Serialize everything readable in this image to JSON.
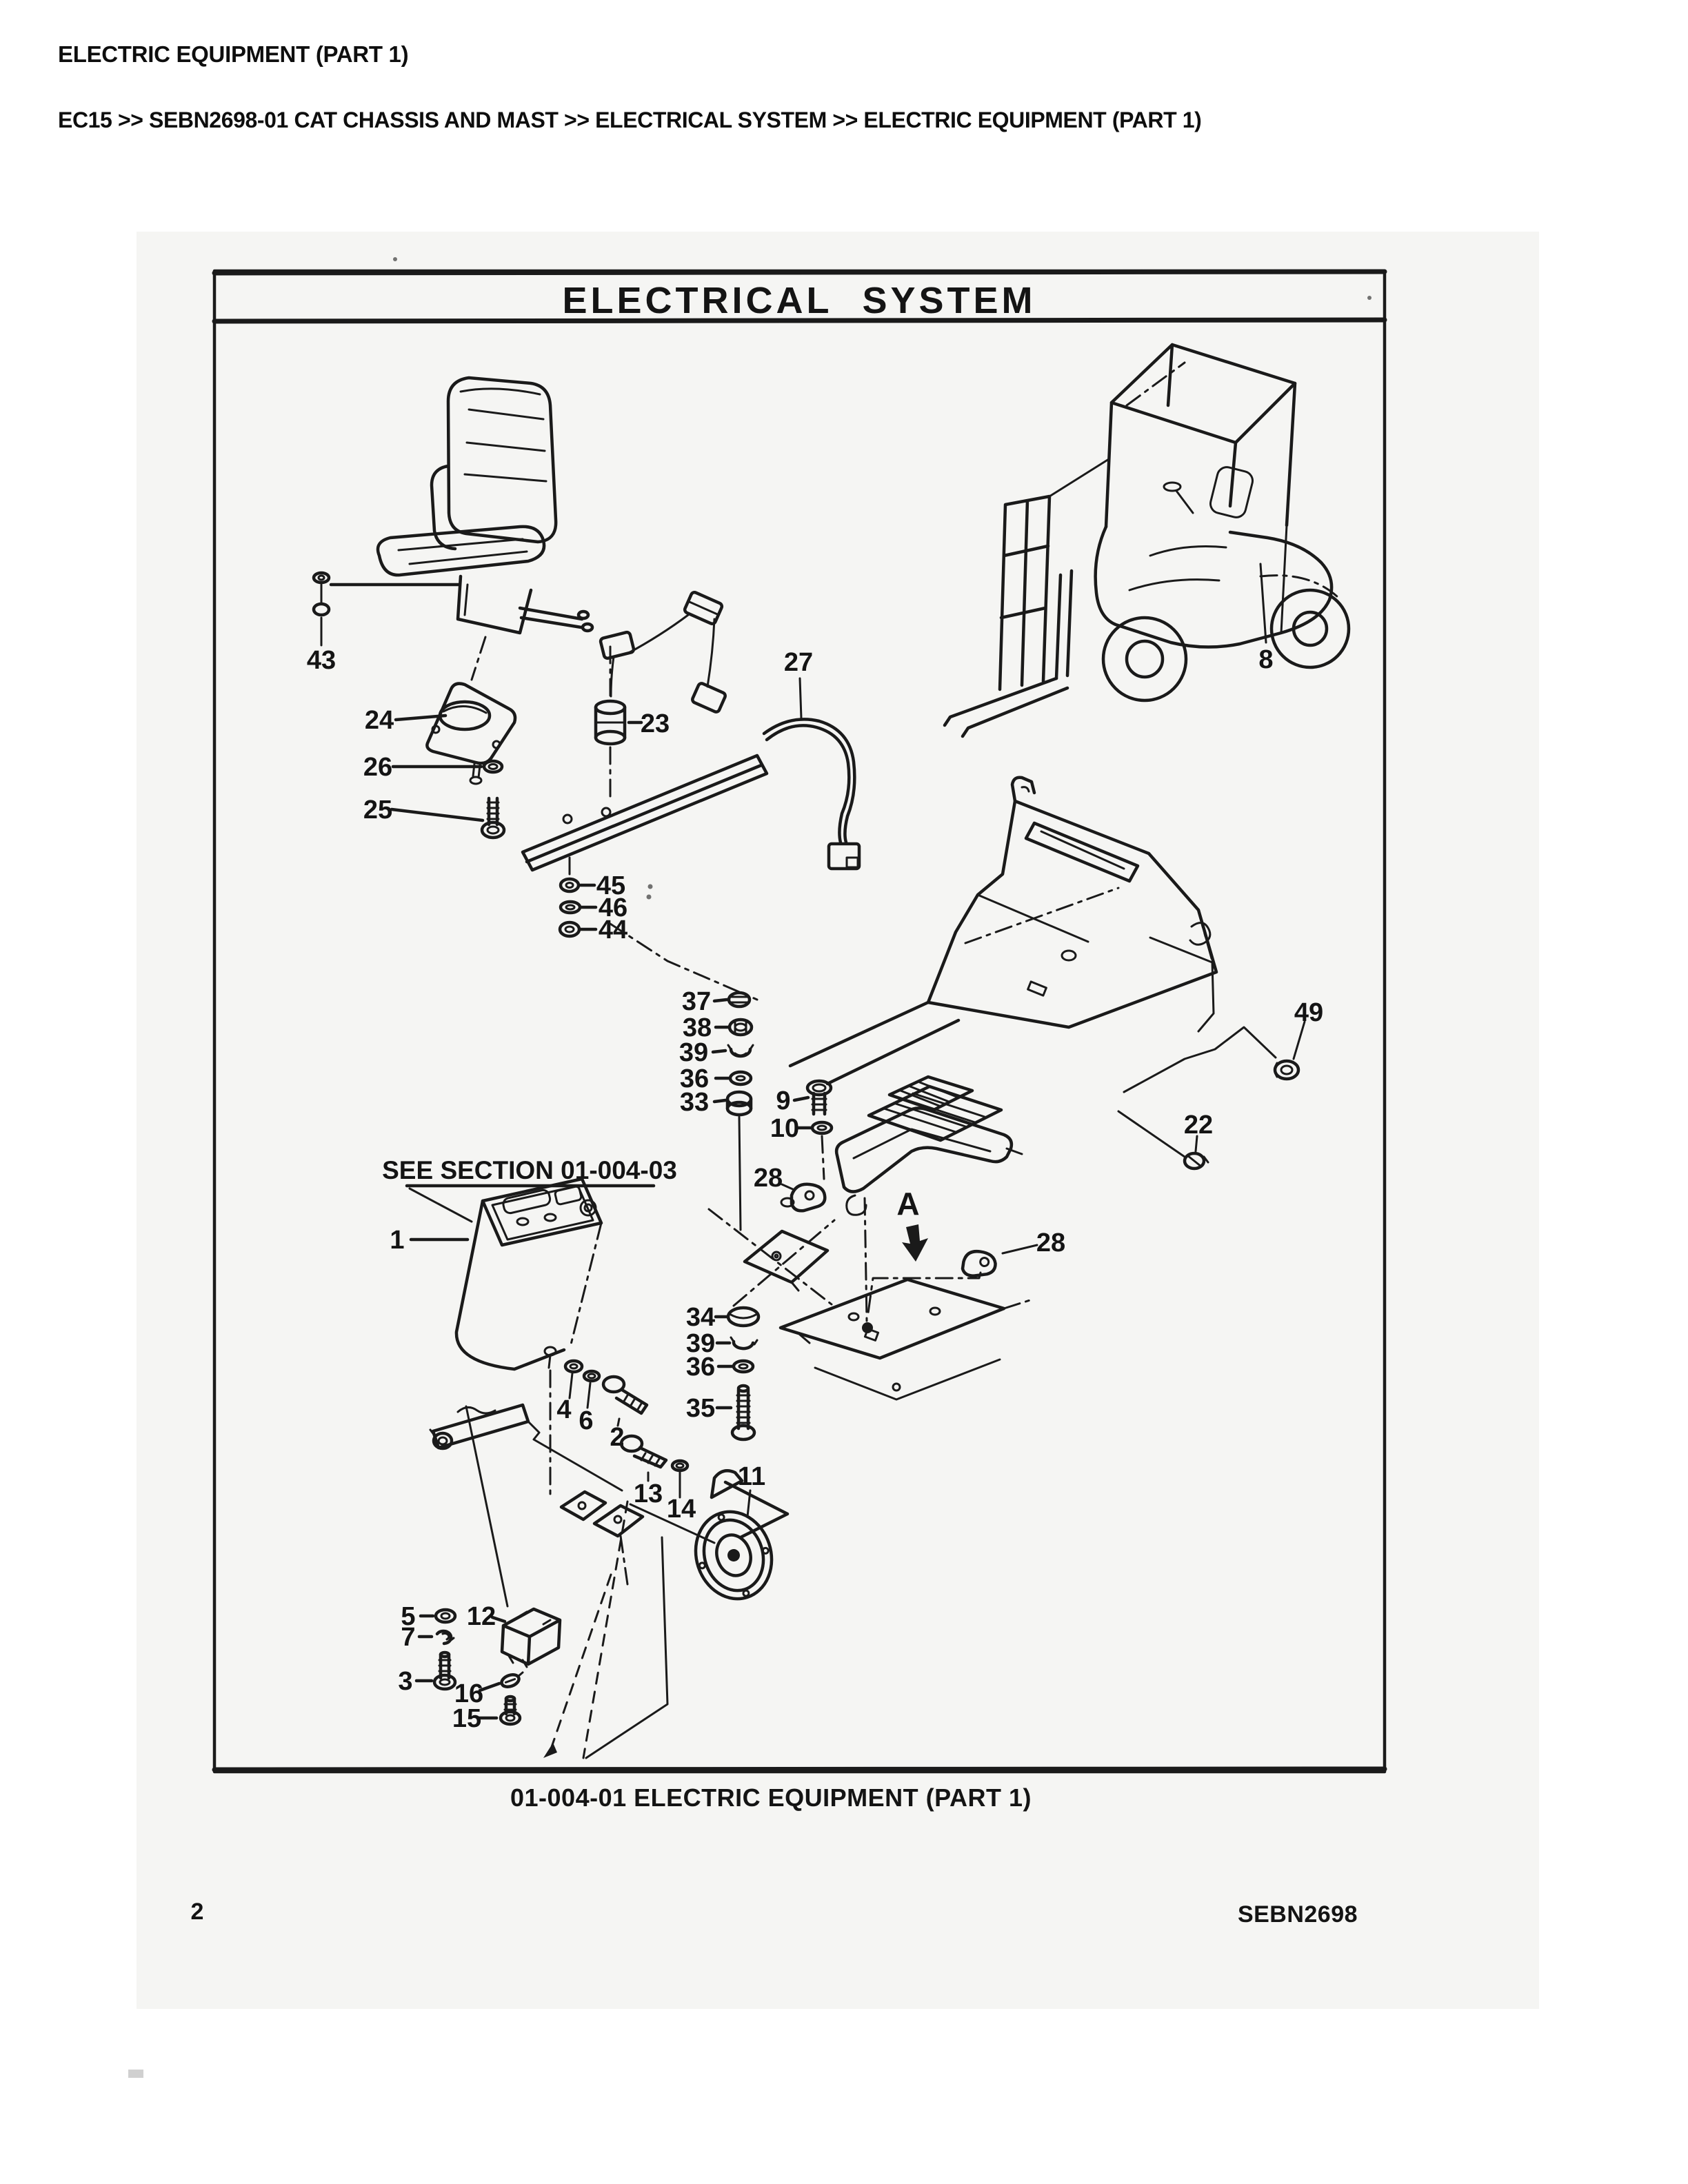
{
  "page": {
    "header_title": "ELECTRIC EQUIPMENT (PART 1)",
    "breadcrumb": "EC15 >> SEBN2698-01 CAT CHASSIS AND MAST >> ELECTRICAL SYSTEM >> ELECTRIC EQUIPMENT (PART 1)",
    "page_number": "2",
    "doc_code": "SEBN2698",
    "colors": {
      "ink": "#1a1a1a",
      "scan_background": "#f5f5f3"
    }
  },
  "diagram": {
    "title": "ELECTRICAL SYSTEM",
    "caption": "01-004-01 ELECTRIC EQUIPMENT (PART 1)",
    "see_section": "SEE SECTION 01-004-03",
    "view_marker": "A",
    "labels": {
      "1": "1",
      "2": "2",
      "3": "3",
      "4": "4",
      "5": "5",
      "6": "6",
      "7": "7",
      "8": "8",
      "9": "9",
      "10": "10",
      "11": "11",
      "12": "12",
      "13": "13",
      "14": "14",
      "15": "15",
      "16": "16",
      "22": "22",
      "23": "23",
      "24": "24",
      "25": "25",
      "26": "26",
      "27": "27",
      "28": "28",
      "33": "33",
      "34": "34",
      "35": "35",
      "36": "36",
      "37": "37",
      "38": "38",
      "39": "39",
      "43": "43",
      "44": "44",
      "45": "45",
      "46": "46",
      "49": "49"
    }
  }
}
